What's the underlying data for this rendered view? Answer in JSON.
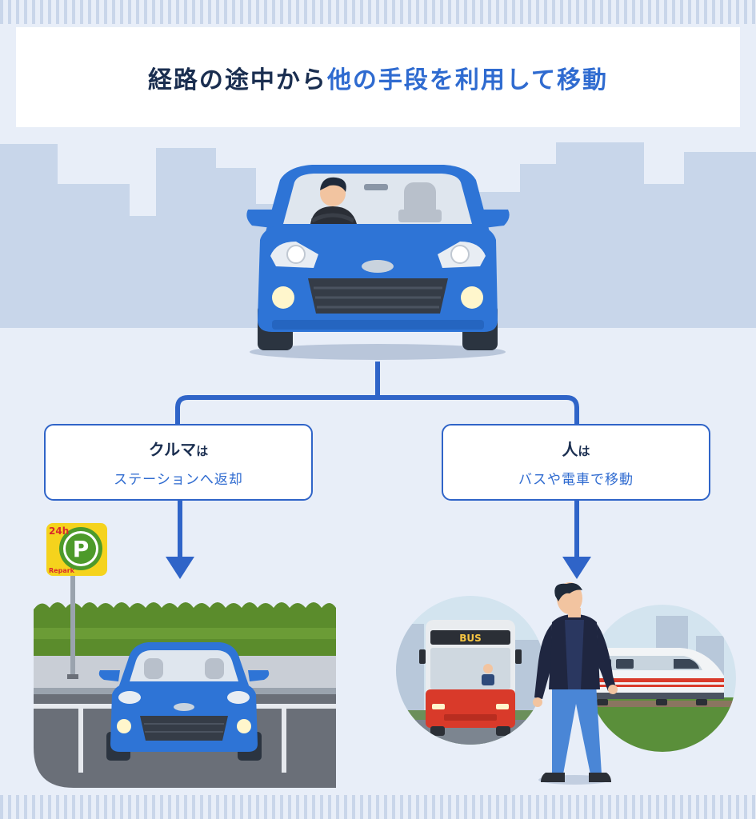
{
  "title": {
    "part1": "経路の途中から",
    "part2": "他の手段を利用して移動"
  },
  "left_option": {
    "head": "クルマ",
    "particle": "は",
    "sub": "ステーションへ返却"
  },
  "right_option": {
    "head": "人",
    "particle": "は",
    "sub": "バスや電車で移動"
  },
  "parking_sign": {
    "hours": "24h",
    "letter": "P",
    "brand": "Repark"
  },
  "bus_sign": "BUS",
  "colors": {
    "accent_blue": "#2f6bd0",
    "title_dark": "#1a2e50",
    "car_blue": "#2e74d6",
    "bus_red": "#d93a2a",
    "sign_yellow": "#f5d31d",
    "sign_green": "#4d9a2a"
  }
}
